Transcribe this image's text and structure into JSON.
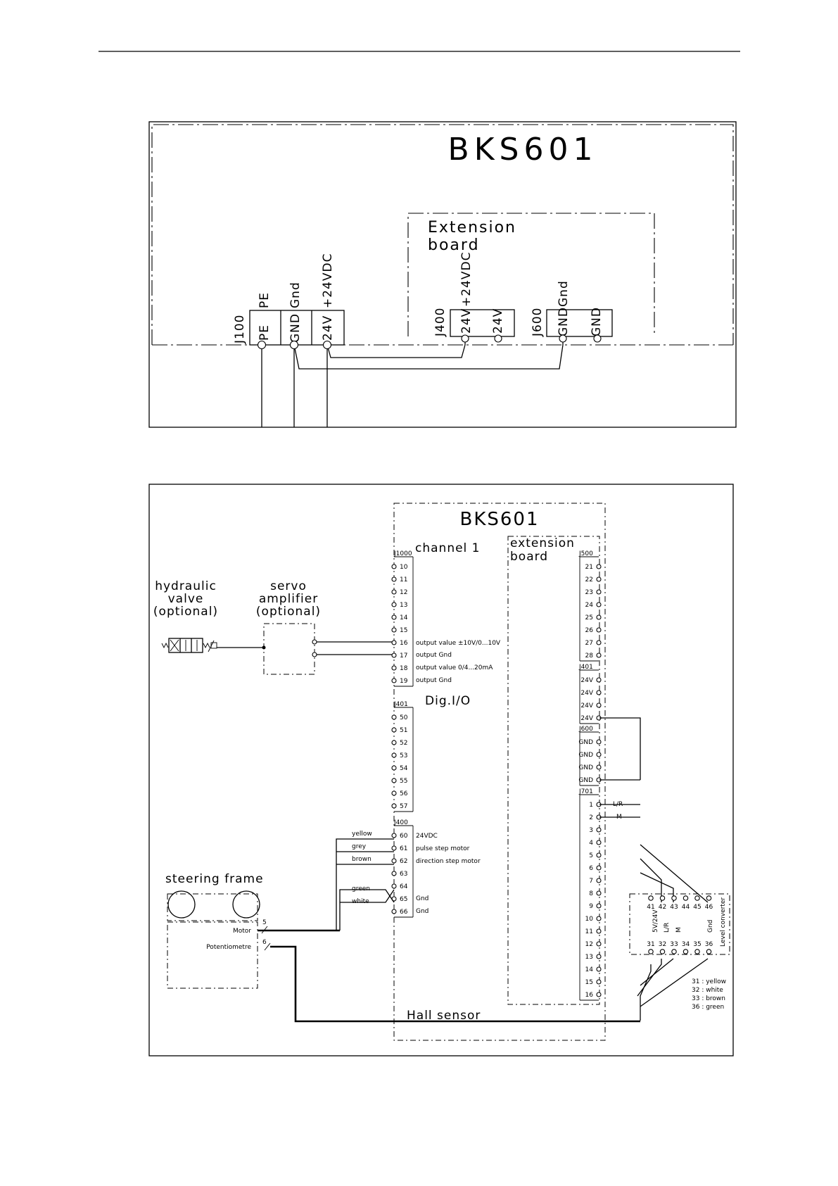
{
  "top": {
    "title": "BKS601",
    "ext_title": [
      "Extension",
      "board"
    ],
    "j100": {
      "connector": "J100",
      "pins": [
        "PE",
        "GND",
        "24V"
      ],
      "signals": [
        "PE",
        "Gnd",
        "+24VDC"
      ]
    },
    "j400": {
      "connector": "J400",
      "pins": [
        "24V",
        "24V"
      ],
      "signal": "+24VDC"
    },
    "j600": {
      "connector": "J600",
      "pins": [
        "GND",
        "GND"
      ],
      "signal": "Gnd"
    }
  },
  "bottom": {
    "title": "BKS601",
    "channel": "channel 1",
    "ext": [
      "extension",
      "board"
    ],
    "hydraulic": [
      "hydraulic",
      "valve",
      "(optional)"
    ],
    "servo": [
      "servo",
      "amplifier",
      "(optional)"
    ],
    "j1000": {
      "connector": "J1000",
      "pins": [
        "10",
        "11",
        "12",
        "13",
        "14",
        "15",
        "16",
        "17",
        "18",
        "19"
      ],
      "desc": {
        "16": "output value ±10V/0...10V",
        "17": "output Gnd",
        "18": "output value 0/4...20mA",
        "19": "output Gnd"
      }
    },
    "digio": "Dig.I/O",
    "j401_left": {
      "connector": "J401",
      "pins": [
        "50",
        "51",
        "52",
        "53",
        "54",
        "55",
        "56",
        "57"
      ]
    },
    "j400": {
      "connector": "J400",
      "pins": [
        "60",
        "61",
        "62",
        "63",
        "64",
        "65",
        "66"
      ],
      "desc": {
        "60": "24VDC",
        "61": "pulse step motor",
        "62": "direction step motor",
        "65": "Gnd",
        "66": "Gnd"
      }
    },
    "wires": [
      "yellow",
      "grey",
      "brown",
      "green",
      "white"
    ],
    "steering": "steering frame",
    "motor": "Motor",
    "motor_count": "5",
    "pot": "Potentiometre",
    "pot_count": "6",
    "j500": {
      "connector": "J500",
      "pins": [
        "21",
        "22",
        "23",
        "24",
        "25",
        "26",
        "27",
        "28"
      ]
    },
    "j401_right": {
      "connector": "J401",
      "pins": [
        "24V",
        "24V",
        "24V",
        "24V"
      ]
    },
    "j600": {
      "connector": "J600",
      "pins": [
        "GND",
        "GND",
        "GND",
        "GND"
      ]
    },
    "j701": {
      "connector": "J701",
      "pins": [
        "1",
        "2",
        "3",
        "4",
        "5",
        "6",
        "7",
        "8",
        "9",
        "10",
        "11",
        "12",
        "13",
        "14",
        "15",
        "16"
      ],
      "labels": {
        "1": "L/R",
        "2": "M"
      }
    },
    "level": {
      "title": "Level converter",
      "top_pins": [
        "41",
        "42",
        "43",
        "44",
        "45",
        "46"
      ],
      "bottom_pins": [
        "31",
        "32",
        "33",
        "34",
        "35",
        "36"
      ],
      "mid_labels": [
        "5V/24V",
        "L/R",
        "M",
        "Gnd"
      ]
    },
    "legend": [
      "31 : yellow",
      "32 : white",
      "33 : brown",
      "36 : green"
    ],
    "hall": "Hall sensor"
  }
}
